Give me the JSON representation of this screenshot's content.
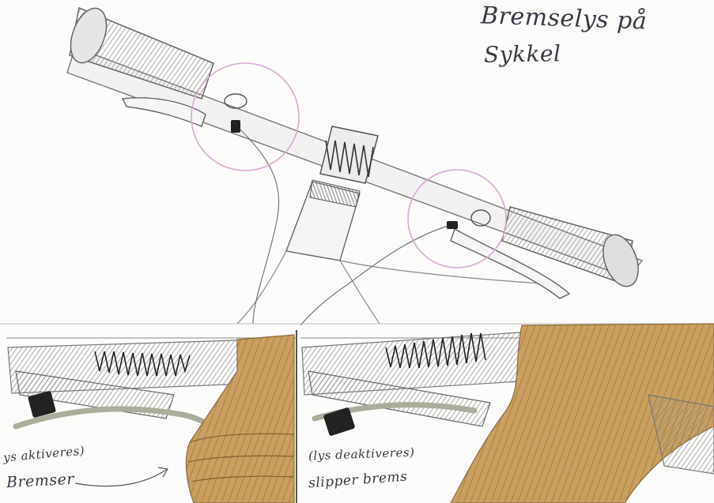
{
  "title": {
    "line1": "Bremselys på",
    "line2": "Sykkel"
  },
  "panels": {
    "left": {
      "caption_line1": "ys aktiveres)",
      "caption_line2": "Bremser"
    },
    "right": {
      "caption_line1": "(lys deaktiveres)",
      "caption_line2": "slipper brems"
    }
  },
  "colors": {
    "pencil": "#6b6b6b",
    "highlight_circle": "#d9a8d6",
    "hand": "#c49a57",
    "cable": "#a9ad9a",
    "sensor": "#222222"
  }
}
